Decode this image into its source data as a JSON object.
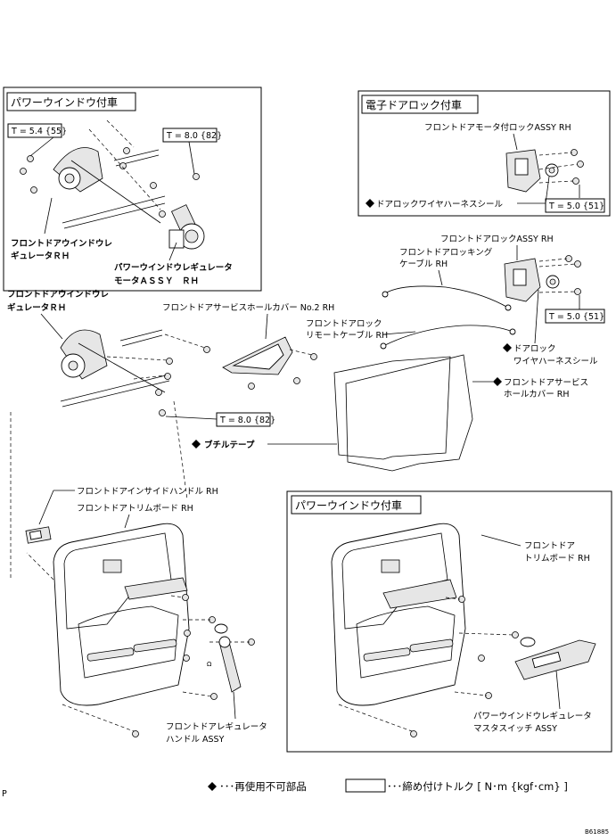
{
  "groups": {
    "power_window_top": "パワーウインドウ付車",
    "door_lock": "電子ドアロック付車",
    "power_window_bottom": "パワーウインドウ付車"
  },
  "torques": {
    "t1": "T = 5.4 {55}",
    "t2": "T = 8.0 {82}",
    "t3": "T = 5.0 {51}",
    "t4": "T = 5.0 {51}",
    "t5": "T = 8.0 {82}"
  },
  "labels": {
    "regulator_top_1": "フロントドアウインドウレ",
    "regulator_top_2": "ギュレータＲＨ",
    "motor_1": "パワーウインドウレギュレータ",
    "motor_2": "モータＡＳＳＹ　ＲＨ",
    "regulator_mid_1": "フロントドアウインドウレ",
    "regulator_mid_2": "ギュレータＲＨ",
    "lock_motor": "フロントドアモータ付ロックASSY RH",
    "harness_seal_top": "ドアロックワイヤハーネスシール",
    "lock_assy": "フロントドアロックASSY RH",
    "locking_cable_1": "フロントドアロッキング",
    "locking_cable_2": "ケーブル RH",
    "service_cover_no2": "フロントドアサービスホールカバー No.2 RH",
    "remote_cable_1": "フロントドアロック",
    "remote_cable_2": "リモートケーブル RH",
    "harness_seal_1": "ドアロック",
    "harness_seal_2": "ワイヤハーネスシール",
    "service_cover_1": "フロントドアサービス",
    "service_cover_2": "ホールカバー RH",
    "butyl_tape": "ブチルテープ",
    "inside_handle": "フロントドアインサイドハンドル RH",
    "trim_board": "フロントドアトリムボード RH",
    "trim_board_pw_1": "フロントドア",
    "trim_board_pw_2": "トリムボード RH",
    "reg_handle_1": "フロントドアレギュレータ",
    "reg_handle_2": "ハンドル ASSY",
    "master_switch_1": "パワーウインドウレギュレータ",
    "master_switch_2": "マスタスイッチ ASSY"
  },
  "legend": {
    "non_reusable": "･･･再使用不可部品",
    "torque": "･･･締め付けトルク [ N･m {kgf･cm} ]"
  },
  "misc": {
    "page_letter": "P",
    "code": "B61885",
    "clip_mark": "Ω"
  },
  "icons": {
    "non_reusable": "diamond-icon"
  }
}
